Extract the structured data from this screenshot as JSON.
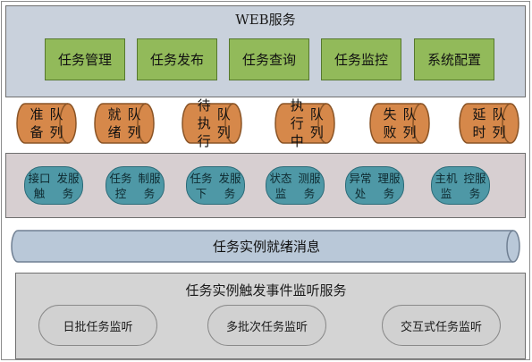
{
  "web_service": {
    "title": "WEB服务",
    "modules": [
      "任务管理",
      "任务发布",
      "任务查询",
      "任务监控",
      "系统配置"
    ]
  },
  "queues": [
    "准备队列",
    "就绪队列",
    "待执行队列",
    "执行中队列",
    "失败队列",
    "延时队列"
  ],
  "workers": [
    "接口触发服务",
    "任务控制服务",
    "任务下发服务",
    "状态监测服务",
    "异常处理服务",
    "主机监控服务"
  ],
  "message_queue": {
    "label": "任务实例就绪消息"
  },
  "listener_service": {
    "title": "任务实例触发事件监听服务",
    "listeners": [
      "日批任务监听",
      "多批次任务监听",
      "交互式任务监听"
    ]
  },
  "colors": {
    "web_panel": "#c9d1dc",
    "module_box": "#92ba5a",
    "queue_cylinder": "#d6884a",
    "worker_box": "#4e98a6",
    "message_cylinder": "#b9c8d8",
    "listener_box": "#d1d1d1"
  }
}
